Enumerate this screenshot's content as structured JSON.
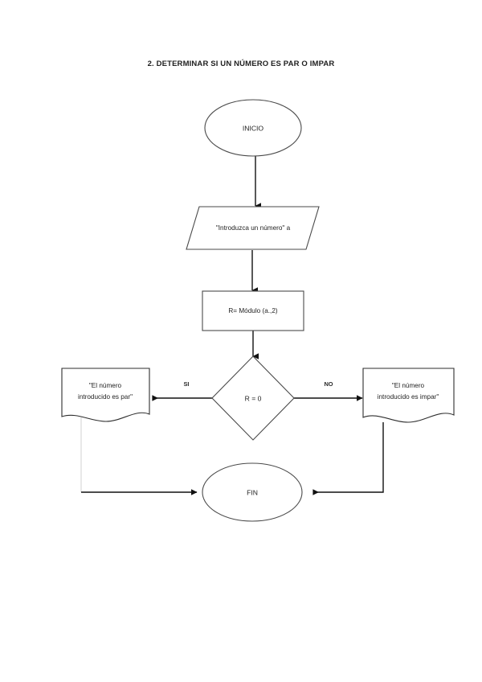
{
  "document": {
    "title": "2. DETERMINAR SI UN NÚMERO ES PAR O IMPAR",
    "background_color": "#ffffff",
    "line_color": "#111111",
    "shape_stroke_color": "#4a4a4a"
  },
  "flowchart": {
    "type": "flowchart",
    "nodes": [
      {
        "id": "start",
        "shape": "terminator-oval",
        "label": "INICIO"
      },
      {
        "id": "input",
        "shape": "parallelogram-input",
        "label": "\"Introduzca un número\" a"
      },
      {
        "id": "process",
        "shape": "rectangle-process",
        "label": "R= Módulo (a.,2)"
      },
      {
        "id": "decision",
        "shape": "diamond-decision",
        "label": "R = 0"
      },
      {
        "id": "output-even",
        "shape": "document-output",
        "label_line1": "\"El número",
        "label_line2": "introducido es par\""
      },
      {
        "id": "output-odd",
        "shape": "document-output",
        "label_line1": "\"El número",
        "label_line2": "introducido es impar\""
      },
      {
        "id": "end",
        "shape": "terminator-oval",
        "label": "FIN"
      }
    ],
    "edges": [
      {
        "id": "start-to-input",
        "from": "start",
        "to": "input",
        "label": ""
      },
      {
        "id": "input-to-process",
        "from": "input",
        "to": "process",
        "label": ""
      },
      {
        "id": "process-to-decision",
        "from": "process",
        "to": "decision",
        "label": ""
      },
      {
        "id": "decision-to-even",
        "from": "decision",
        "to": "output-even",
        "label": "SI"
      },
      {
        "id": "decision-to-odd",
        "from": "decision",
        "to": "output-odd",
        "label": "NO"
      },
      {
        "id": "even-to-end",
        "from": "output-even",
        "to": "end",
        "label": ""
      },
      {
        "id": "odd-to-end",
        "from": "output-odd",
        "to": "end",
        "label": ""
      }
    ]
  }
}
